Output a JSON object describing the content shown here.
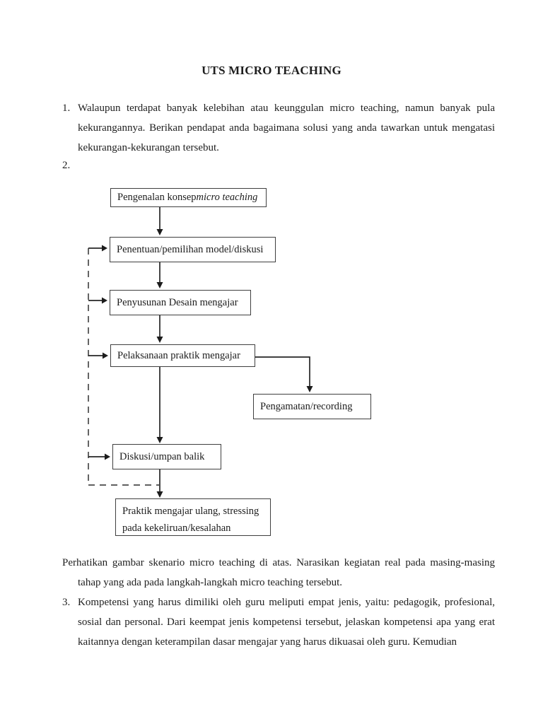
{
  "page": {
    "title": "UTS MICRO TEACHING",
    "question1": {
      "number": "1.",
      "text": "Walaupun terdapat banyak kelebihan atau keunggulan micro teaching, namun banyak pula kekurangannya. Berikan pendapat anda bagaimana solusi yang anda tawarkan untuk mengatasi kekurangan-kekurangan tersebut."
    },
    "question2": {
      "number": "2."
    },
    "note_after_diagram": "Perhatikan gambar skenario micro teaching di atas. Narasikan kegiatan real pada masing-masing tahap yang ada pada langkah-langkah micro teaching tersebut.",
    "question3": {
      "number": "3.",
      "text": "Kompetensi yang harus dimiliki oleh guru meliputi empat jenis, yaitu: pedagogik, profesional, sosial dan personal. Dari keempat jenis kompetensi tersebut, jelaskan kompetensi apa yang erat kaitannya dengan keterampilan dasar mengajar yang harus dikuasai oleh guru. Kemudian"
    }
  },
  "flowchart": {
    "boxes": [
      {
        "name": "pengenalan",
        "text_prefix": "Pengenalan konsep ",
        "text_italic": "micro teaching"
      },
      {
        "name": "penentuan",
        "text": "Penentuan/pemilihan model/diskusi"
      },
      {
        "name": "penyusunan",
        "text": "Penyusunan Desain mengajar"
      },
      {
        "name": "pelaksanaan",
        "text": "Pelaksanaan praktik mengajar"
      },
      {
        "name": "pengamatan",
        "text": "Pengamatan/recording"
      },
      {
        "name": "diskusi",
        "text": "Diskusi/umpan balik"
      },
      {
        "name": "praktik-ulang",
        "text_line1": "Praktik mengajar ulang, stressing",
        "text_line2": "pada kekeliruan/kesalahan"
      }
    ],
    "colors": {
      "box_border": "#3f3f3f",
      "solid_line": "#262626",
      "dashed_line": "#4a4a4a"
    }
  },
  "colors": {
    "page_background": "#ffffff",
    "text": "#1e1e1e"
  }
}
